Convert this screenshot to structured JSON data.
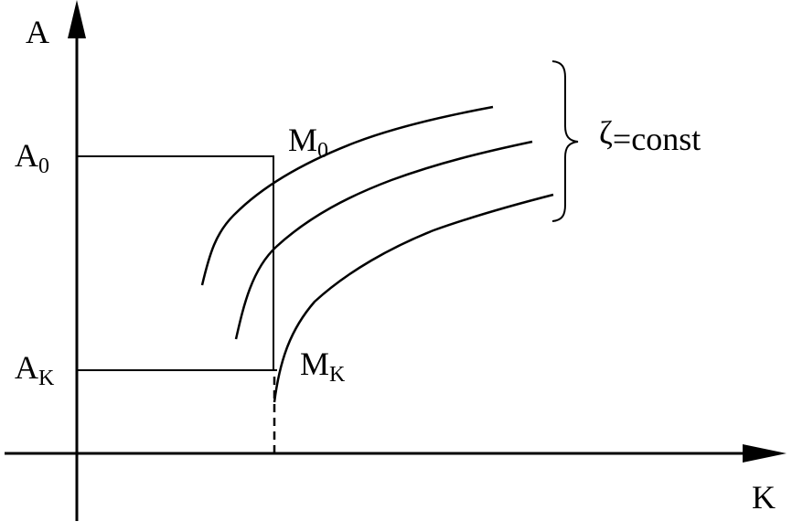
{
  "axes": {
    "y_label": "A",
    "x_label": "K"
  },
  "levels": {
    "a0_main": "A",
    "a0_sub": "0",
    "ak_main": "A",
    "ak_sub": "K"
  },
  "points": {
    "m0_main": "M",
    "m0_sub": "0",
    "mk_main": "M",
    "mk_sub": "K"
  },
  "curve_family": {
    "symbol": "ζ",
    "label": "=const",
    "count": 3
  },
  "colors": {
    "line": "#000000",
    "background": "#ffffff"
  }
}
